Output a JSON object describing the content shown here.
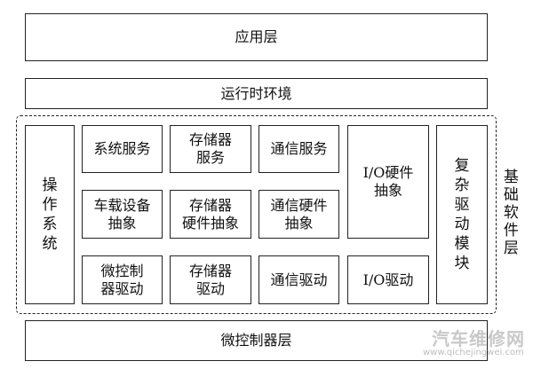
{
  "layers": {
    "app": "应用层",
    "rte": "运行时环境",
    "mcu": "微控制器层"
  },
  "bsw": {
    "label": "基础软件层",
    "os": "操作系统",
    "col1": [
      "系统服务",
      "车载设备\n抽象",
      "微控制\n器驱动"
    ],
    "col2": [
      "存储器\n服务",
      "存储器\n硬件抽象",
      "存储器\n驱动"
    ],
    "col3": [
      "通信服务",
      "通信硬件\n抽象",
      "通信驱动"
    ],
    "io_abstraction": "I/O硬件\n抽象",
    "io_driver": "I/O驱动",
    "complex_driver": "复杂驱动模块"
  },
  "watermark": {
    "cn": "汽车维修网",
    "en": "www.qichejingwei.com"
  }
}
